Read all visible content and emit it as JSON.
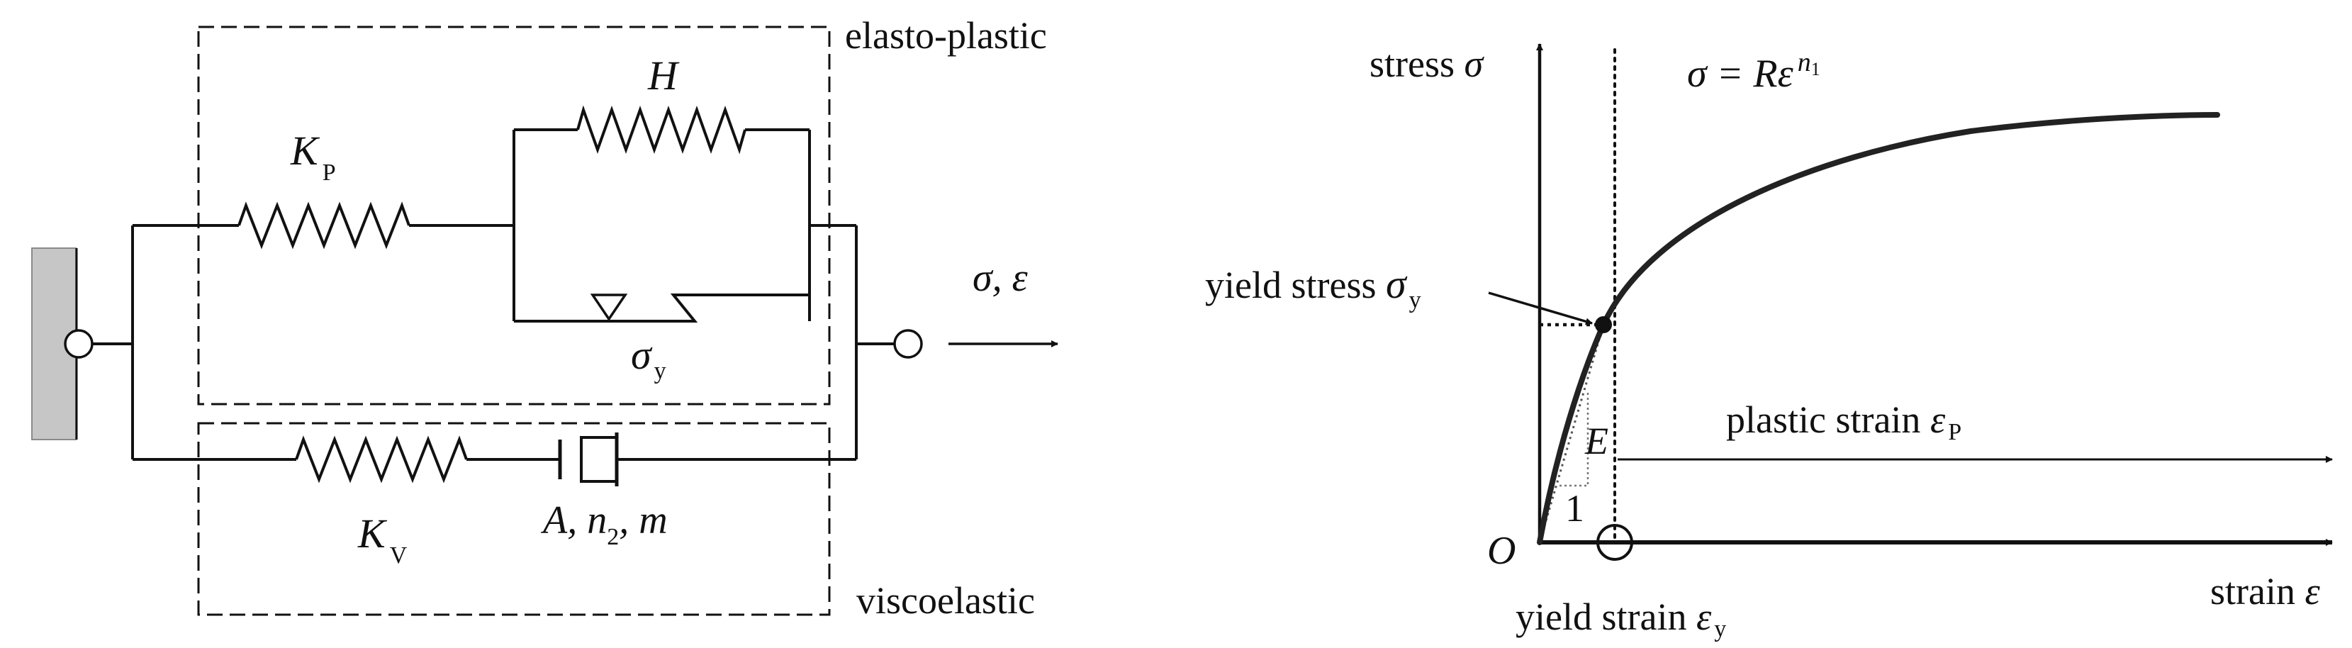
{
  "model": {
    "elasto_plastic_label": "elasto-plastic",
    "viscoelastic_label": "viscoelastic",
    "kp_symbol": "K",
    "kp_sub": "P",
    "h_symbol": "H",
    "sigma_y_symbol": "σ",
    "sigma_y_sub": "y",
    "kv_symbol": "K",
    "kv_sub": "V",
    "dashpot_params": "A, n",
    "dashpot_sub": "2",
    "dashpot_tail": ", m",
    "load_label": "σ, ε"
  },
  "curve": {
    "y_axis_label": "stress ",
    "y_axis_symbol": "σ",
    "x_axis_label": "strain ",
    "x_axis_symbol": "ε",
    "origin_label": "O",
    "equation_lhs": "σ",
    "equation_eq": " = R",
    "equation_eps": "ε",
    "equation_exp": "n",
    "equation_exp_sub": "1",
    "yield_stress_label": "yield stress ",
    "yield_stress_symbol": "σ",
    "yield_stress_sub": "y",
    "yield_strain_label": "yield strain ",
    "yield_strain_symbol": "ε",
    "yield_strain_sub": "y",
    "plastic_strain_label": "plastic strain ",
    "plastic_strain_symbol": "ε",
    "plastic_strain_sub": "P",
    "modulus_label": "E",
    "slope_unit_label": "1"
  }
}
